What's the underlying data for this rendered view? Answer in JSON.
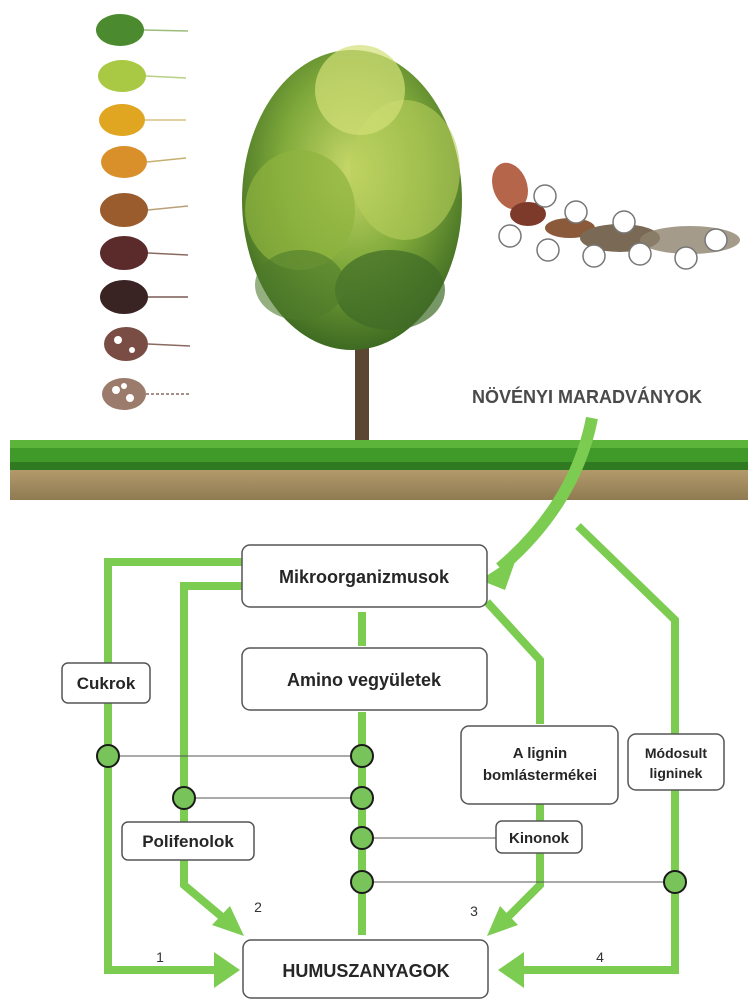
{
  "plant_residues_label": "NÖVÉNYI MARADVÁNYOK",
  "nodes": {
    "microorganisms": "Mikroorganizmusok",
    "amino_compounds": "Amino vegyületek",
    "sugars": "Cukrok",
    "lignin_products_line1": "A lignin",
    "lignin_products_line2": "bomlástermékei",
    "modified_lignins_line1": "Módosult",
    "modified_lignins_line2": "ligninek",
    "polyphenols": "Polifenolok",
    "quinones": "Kinonok",
    "humus": "HUMUSZANYAGOK"
  },
  "pathway_numbers": [
    "1",
    "2",
    "3",
    "4"
  ],
  "colors": {
    "pathway_green": "#7dcc52",
    "node_fill": "#78c35a",
    "box_border": "#555555",
    "grass": "#3f9a2a",
    "soil": "#a08a60"
  },
  "leaf_sequence_colors": [
    "#4b8a2e",
    "#a9c843",
    "#e0a521",
    "#d9902a",
    "#9a5b2d",
    "#5a2b2a",
    "#3a2323",
    "#6b3a30",
    "#7a4f3a"
  ]
}
